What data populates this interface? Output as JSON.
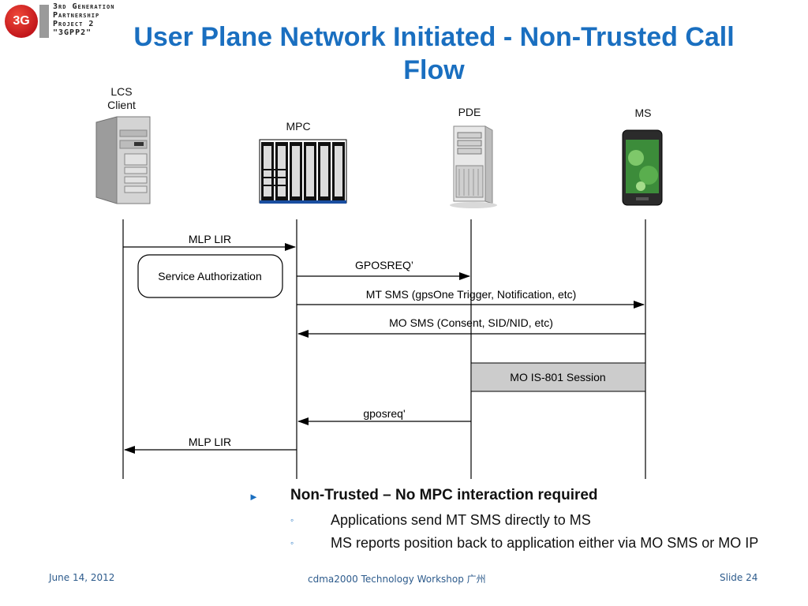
{
  "logo": {
    "badge": "3G",
    "lines": [
      "3rd Generation",
      "Partnership",
      "Project 2",
      "\"3GPP2\""
    ]
  },
  "title": "User Plane Network Initiated - Non-Trusted Call Flow",
  "entities": {
    "lcs_client": "LCS\nClient",
    "mpc": "MPC",
    "pde": "PDE",
    "ms": "MS"
  },
  "messages": {
    "mlp_lir_1": "MLP LIR",
    "service_authorization": "Service Authorization",
    "gposreq": "GPOSREQ’",
    "mt_sms": "MT SMS (gpsOne Trigger, Notification, etc)",
    "mo_sms": "MO SMS (Consent, SID/NID, etc)",
    "mo_is801": "MO IS-801 Session",
    "gposreq_resp": "gposreq'",
    "mlp_lir_2": "MLP LIR"
  },
  "bullets": {
    "main": "Non-Trusted – No MPC interaction required",
    "sub": [
      "Applications send MT SMS directly to MS",
      "MS reports position back to application either via  MO SMS or MO IP"
    ]
  },
  "footer": {
    "date": "June 14, 2012",
    "center": "cdma2000 Technology Workshop 广州",
    "slide": "Slide 24"
  },
  "colors": {
    "title": "#1a6fc0",
    "logo_red": "#c2161b",
    "session_box": "#cccccc"
  }
}
